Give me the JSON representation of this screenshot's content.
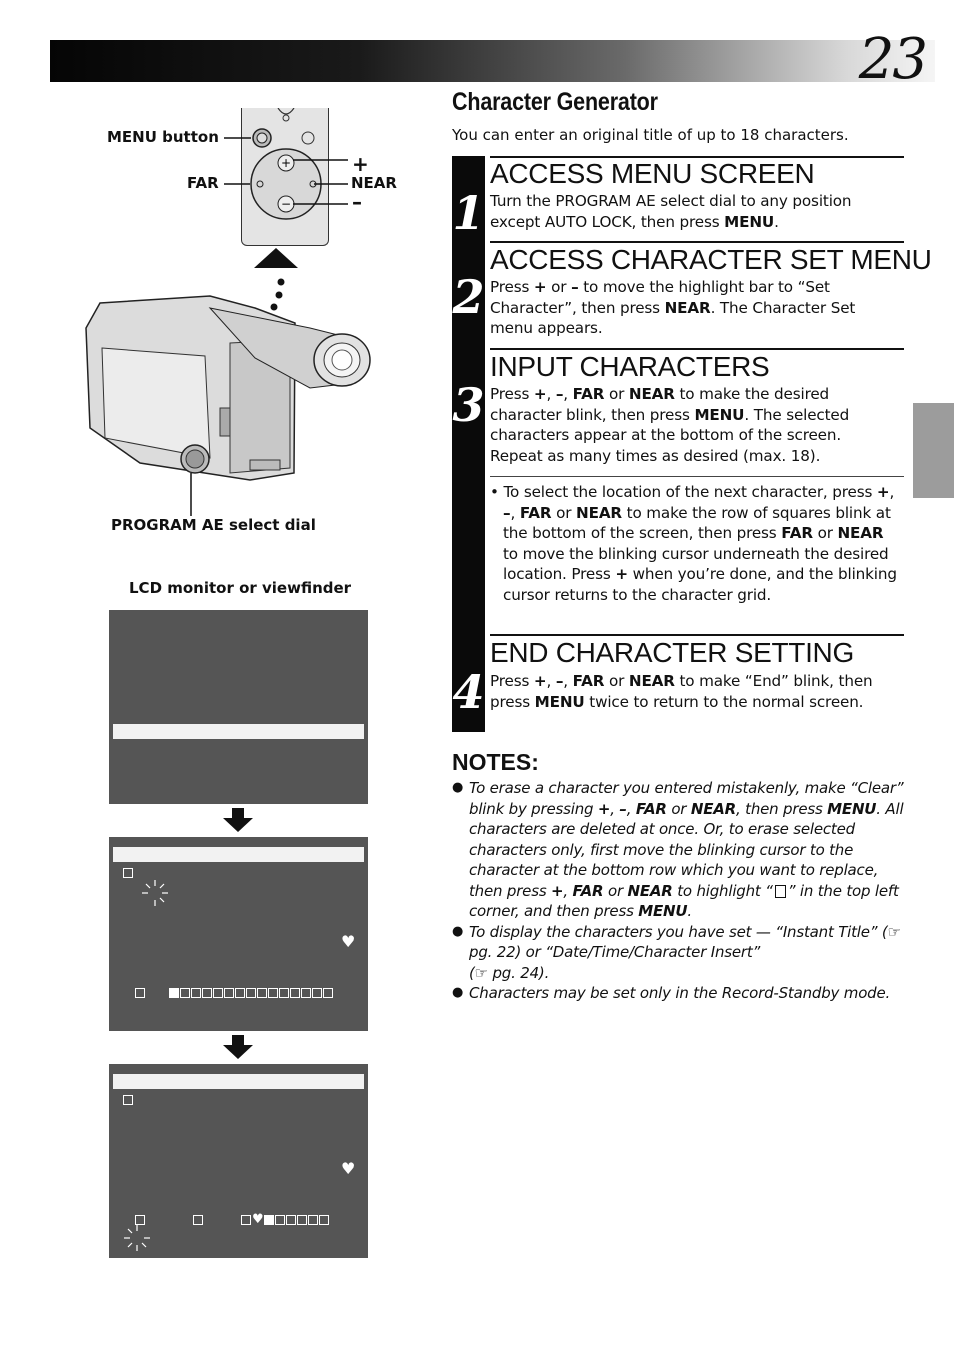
{
  "page": {
    "number": "23"
  },
  "illustration": {
    "menu_button_label": "MENU button",
    "far_label": "FAR",
    "near_label": "NEAR",
    "plus_label": "+",
    "minus_label": "–",
    "dial_label": "PROGRAM AE select dial",
    "monitor_label": "LCD monitor or viewfinder",
    "heart_glyph": "♥"
  },
  "section": {
    "title": "Character Generator",
    "intro": "You can enter an original title of up to 18 characters."
  },
  "steps": [
    {
      "number": "1",
      "title": "ACCESS MENU SCREEN"
    },
    {
      "number": "2",
      "title": "ACCESS CHARACTER SET MENU"
    },
    {
      "number": "3",
      "title": "INPUT CHARACTERS"
    },
    {
      "number": "4",
      "title": "END CHARACTER SETTING"
    }
  ],
  "notes": {
    "title": "NOTES:"
  }
}
